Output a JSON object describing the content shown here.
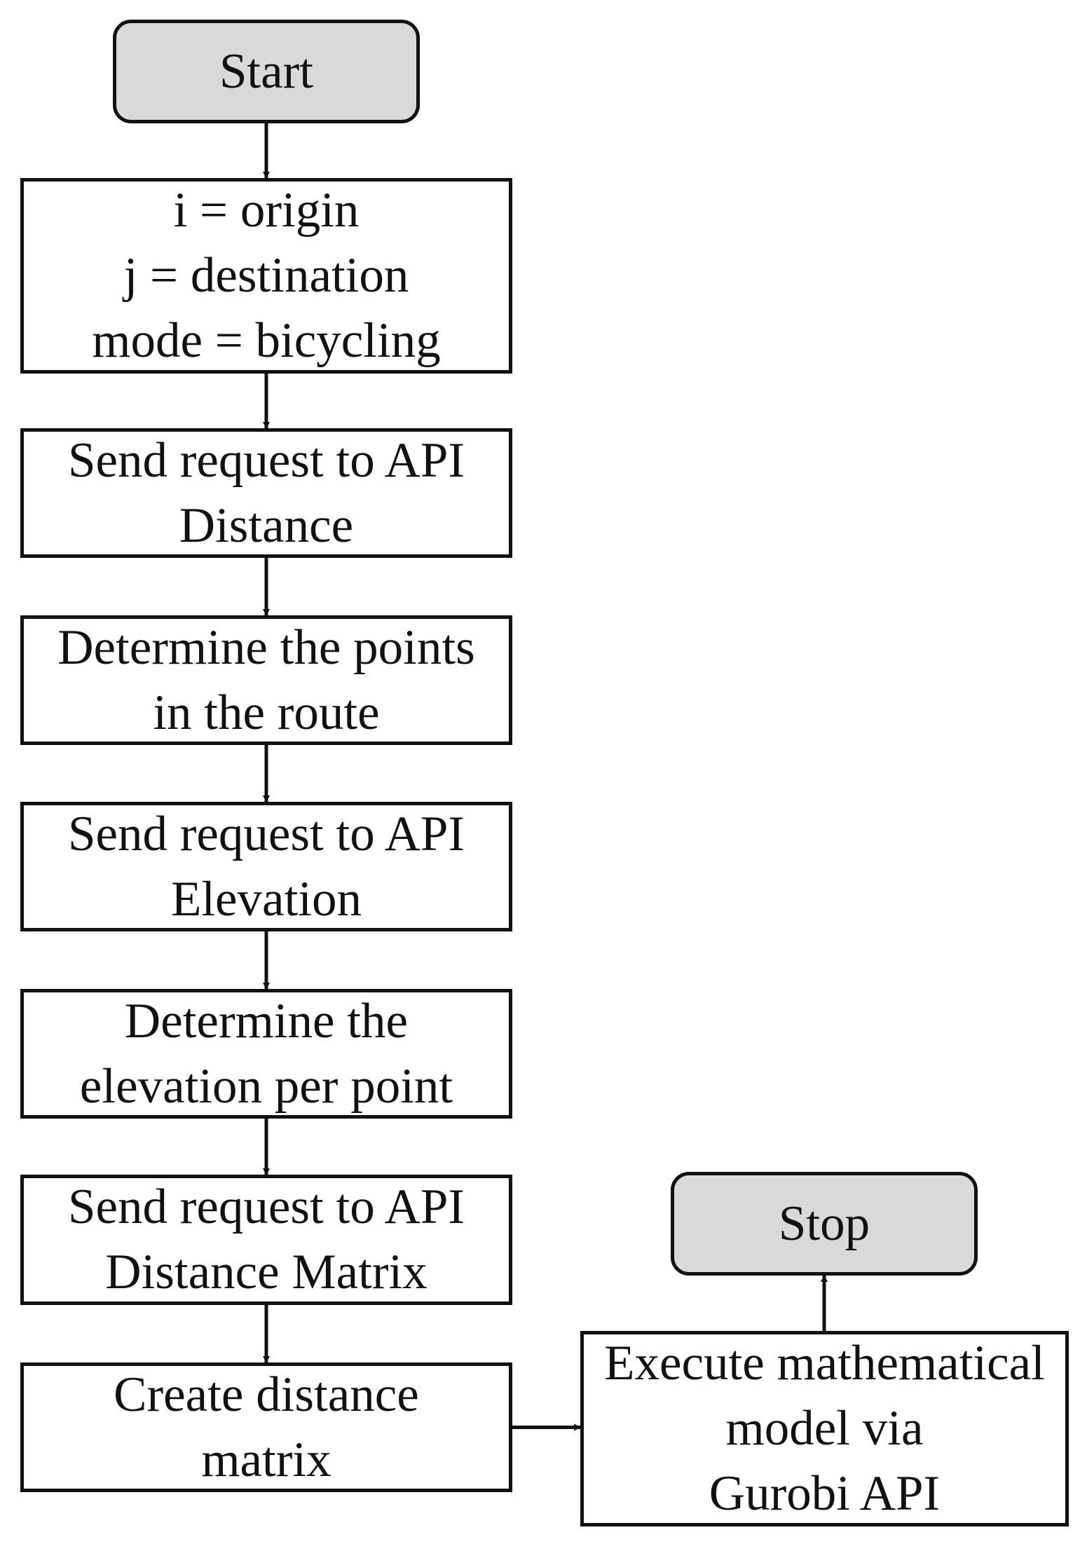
{
  "nodes": {
    "start": {
      "lines": [
        "Start"
      ]
    },
    "assign": {
      "lines": [
        "i = origin",
        "j = destination",
        "mode = bicycling"
      ]
    },
    "req_distance": {
      "lines": [
        "Send request to API",
        "Distance"
      ]
    },
    "points": {
      "lines": [
        "Determine the points",
        "in the route"
      ]
    },
    "req_elevation": {
      "lines": [
        "Send request to API",
        "Elevation"
      ]
    },
    "elev_per_point": {
      "lines": [
        "Determine the",
        "elevation per point"
      ]
    },
    "req_matrix": {
      "lines": [
        "Send request to API",
        "Distance Matrix"
      ]
    },
    "create_matrix": {
      "lines": [
        "Create distance",
        "matrix"
      ]
    },
    "execute": {
      "lines": [
        "Execute mathematical",
        "model via",
        "Gurobi API"
      ]
    },
    "stop": {
      "lines": [
        "Stop"
      ]
    }
  },
  "edges": [
    {
      "from": "start",
      "to": "assign"
    },
    {
      "from": "assign",
      "to": "req_distance"
    },
    {
      "from": "req_distance",
      "to": "points"
    },
    {
      "from": "points",
      "to": "req_elevation"
    },
    {
      "from": "req_elevation",
      "to": "elev_per_point"
    },
    {
      "from": "elev_per_point",
      "to": "req_matrix"
    },
    {
      "from": "req_matrix",
      "to": "create_matrix"
    },
    {
      "from": "create_matrix",
      "to": "execute"
    },
    {
      "from": "execute",
      "to": "stop"
    }
  ],
  "colors": {
    "stroke": "#111111",
    "terminal_fill": "#d9d9d9",
    "process_fill": "#ffffff"
  }
}
